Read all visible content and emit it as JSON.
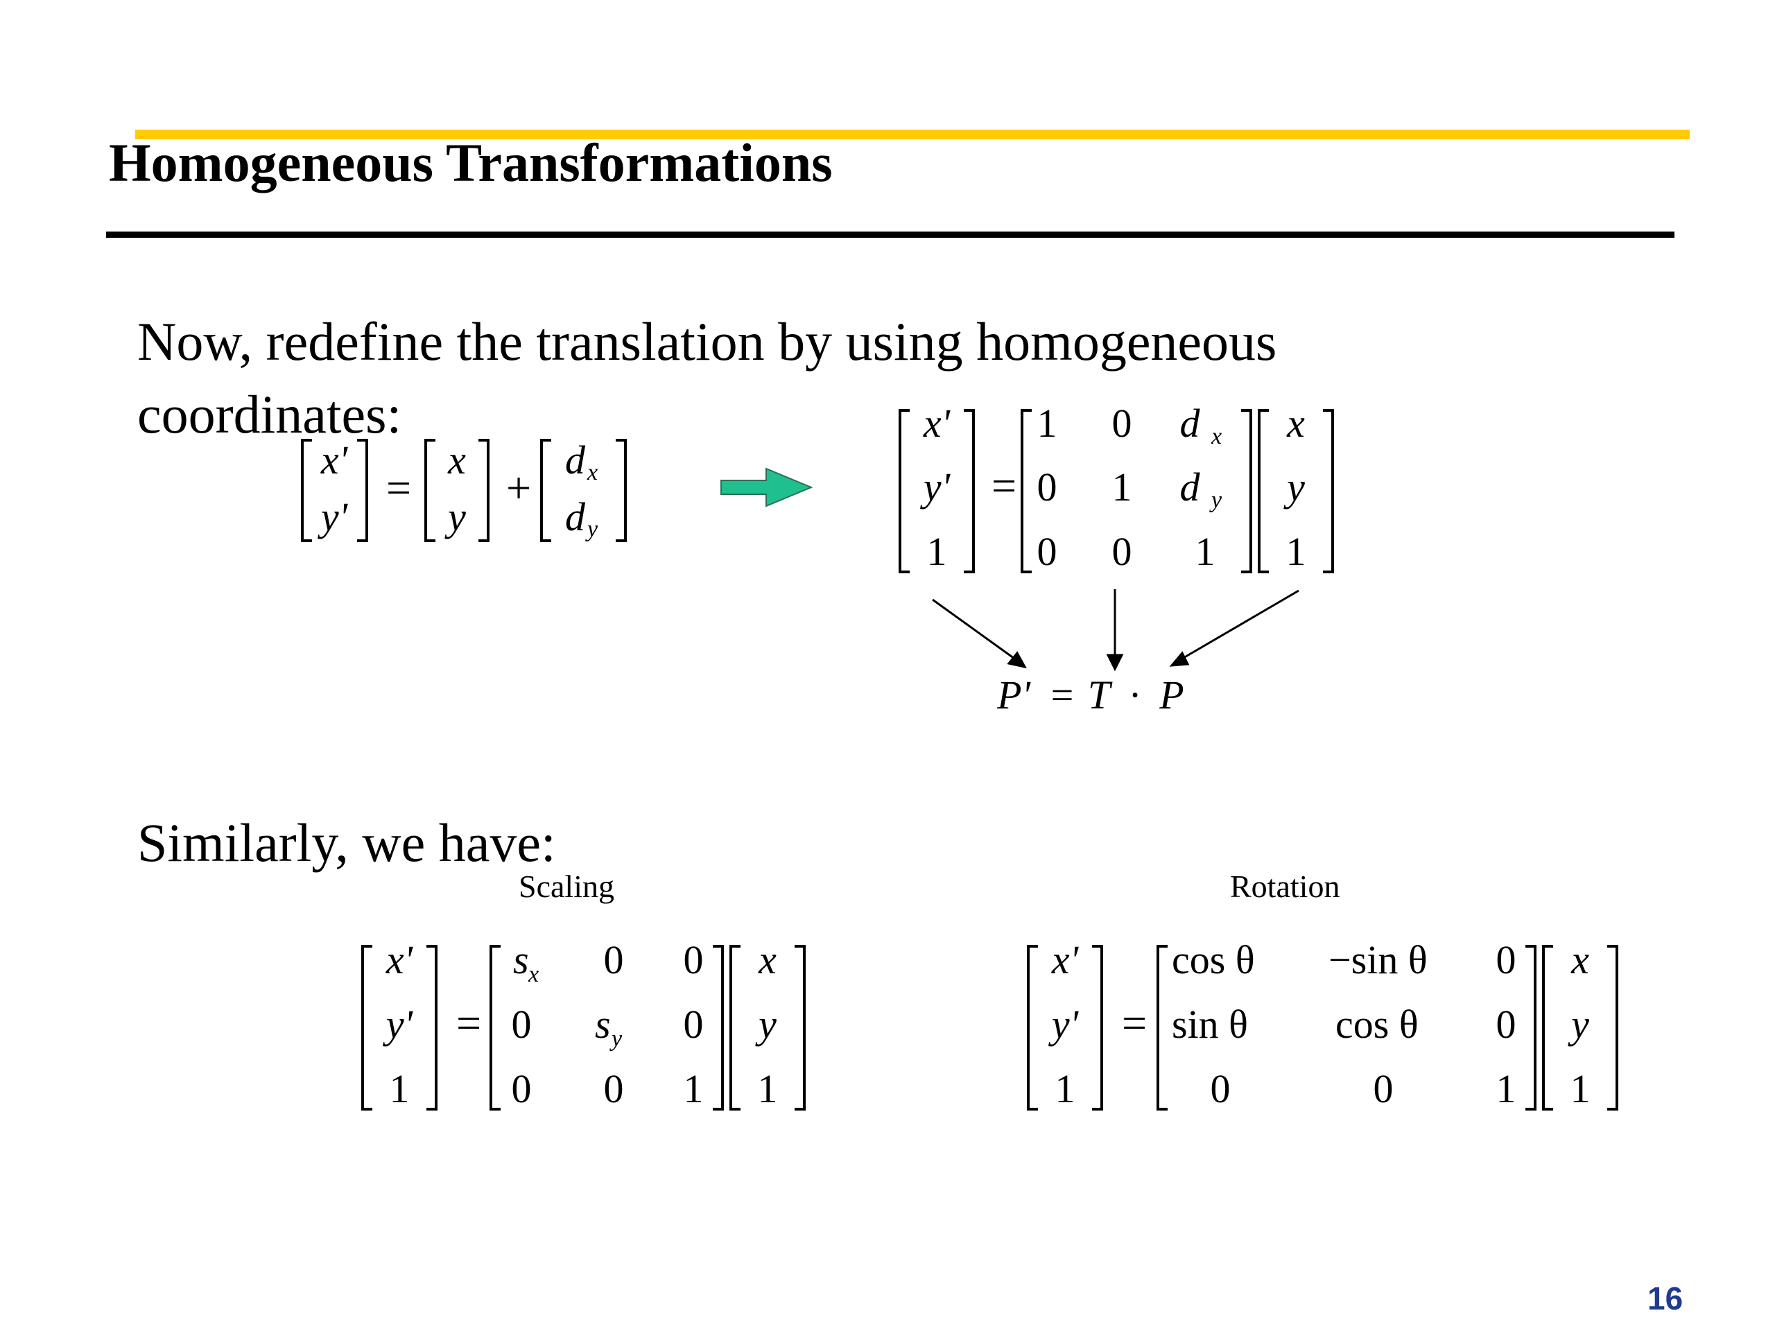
{
  "slide": {
    "title": "Homogeneous Transformations",
    "paragraph_1_line_1": "Now, redefine the translation by using homogeneous",
    "paragraph_1_line_2": "coordinates:",
    "paragraph_2": "Similarly, we have:",
    "scaling_label": "Scaling",
    "rotation_label": "Rotation",
    "page_number": "16",
    "accent_color": "#FFCC00",
    "rule_color": "#000000",
    "arrow_color": "#1FBF8F",
    "page_number_color": "#1F3A93"
  },
  "equations": {
    "translation": {
      "lhs": [
        "x'",
        "y'"
      ],
      "vec": [
        "x",
        "y"
      ],
      "offset": [
        "d",
        "d"
      ],
      "offset_sub": [
        "x",
        "y"
      ]
    },
    "translation_homog": {
      "lhs": [
        "x'",
        "y'",
        "1"
      ],
      "matrix": [
        [
          "1",
          "0",
          "d"
        ],
        [
          "0",
          "1",
          "d"
        ],
        [
          "0",
          "0",
          "1"
        ]
      ],
      "matrix_sub": [
        "x",
        "y"
      ],
      "rhs": [
        "x",
        "y",
        "1"
      ],
      "summary": [
        "P'",
        "T",
        "P"
      ]
    },
    "scaling": {
      "lhs": [
        "x'",
        "y'",
        "1"
      ],
      "matrix": [
        [
          "s",
          "0",
          "0"
        ],
        [
          "0",
          "s",
          "0"
        ],
        [
          "0",
          "0",
          "1"
        ]
      ],
      "matrix_sub": [
        "x",
        "y"
      ],
      "rhs": [
        "x",
        "y",
        "1"
      ]
    },
    "rotation": {
      "lhs": [
        "x'",
        "y'",
        "1"
      ],
      "matrix": [
        [
          "cos θ",
          "−sin θ",
          "0"
        ],
        [
          "sin θ",
          "cos θ",
          "0"
        ],
        [
          "0",
          "0",
          "1"
        ]
      ],
      "rhs": [
        "x",
        "y",
        "1"
      ]
    },
    "equals_symbol": "=",
    "plus_symbol": "+",
    "dot_symbol": "·"
  }
}
